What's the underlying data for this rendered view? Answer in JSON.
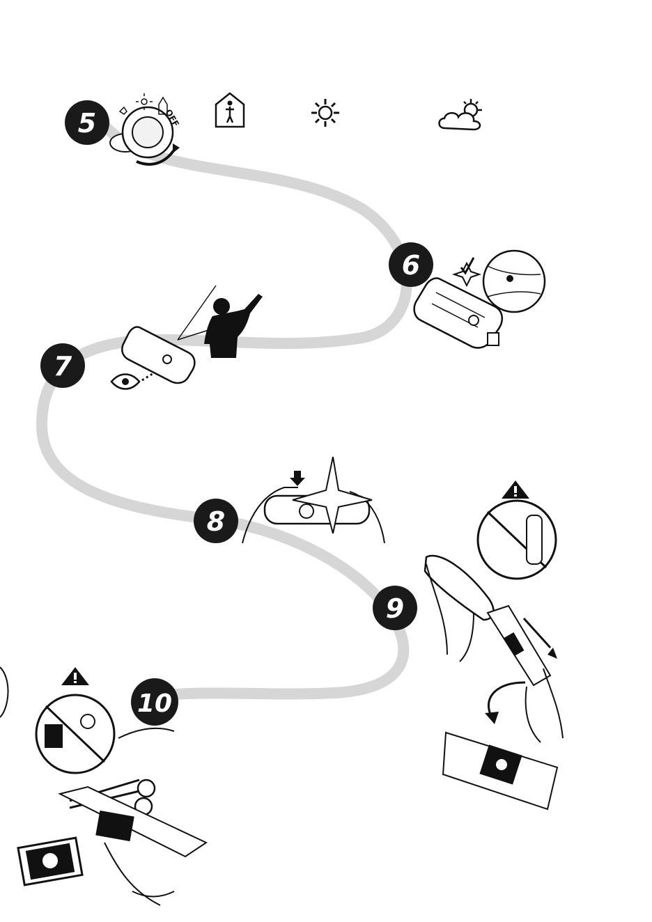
{
  "steps": [
    {
      "number": "5",
      "name": "mode-dial"
    },
    {
      "number": "6",
      "name": "flash-ready"
    },
    {
      "number": "7",
      "name": "frame-subject"
    },
    {
      "number": "8",
      "name": "press-shutter"
    },
    {
      "number": "9",
      "name": "pull-film"
    },
    {
      "number": "10",
      "name": "cut-print"
    }
  ],
  "dial": {
    "off_label": "OFF"
  },
  "mode_icons": [
    "indoor-person-icon",
    "sun-icon",
    "cloud-sun-icon"
  ],
  "warning_icons": [
    "warning-triangle-icon",
    "warning-triangle-icon"
  ],
  "colors": {
    "path": "#d6d6d6",
    "badge": "#1a1a1a",
    "badge_text": "#ffffff",
    "ink": "#111111"
  }
}
